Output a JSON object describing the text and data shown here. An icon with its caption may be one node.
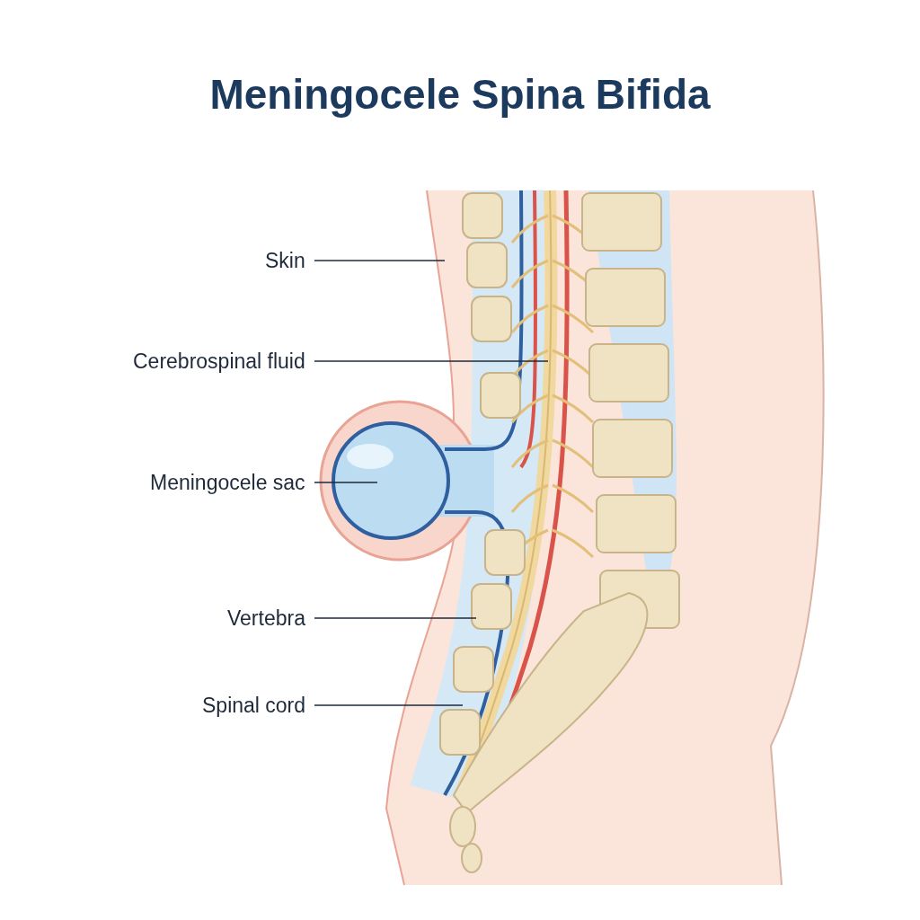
{
  "diagram": {
    "title": "Meningocele Spina Bifida",
    "nodes": [
      {
        "text": [
          "Skin"
        ]
      },
      {
        "text": [
          "Cerebrospinal fluid"
        ]
      },
      {
        "text": [
          "Meningocele sac"
        ]
      },
      {
        "text": [
          "Vertebra"
        ]
      },
      {
        "text": [
          "Spinal cord"
        ]
      }
    ],
    "edges": [
      {
        "from": 0,
        "to": null,
        "arrow": "none"
      },
      {
        "from": 1,
        "to": null,
        "arrow": "none"
      },
      {
        "from": 2,
        "to": null,
        "arrow": "none"
      },
      {
        "from": 3,
        "to": null,
        "arrow": "none"
      },
      {
        "from": 4,
        "to": null,
        "arrow": "none"
      }
    ]
  }
}
